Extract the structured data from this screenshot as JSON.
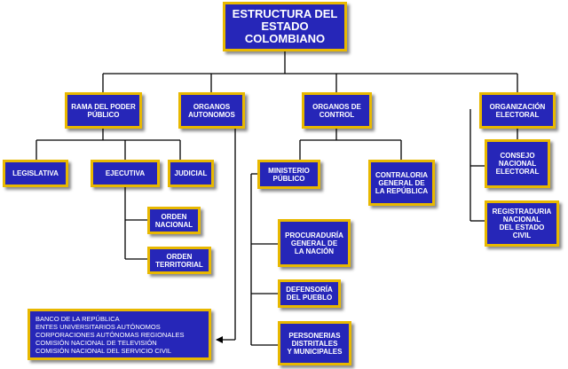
{
  "diagram": {
    "root": "ESTRUCTURA DEL\nESTADO\nCOLOMBIANO",
    "rama": "RAMA DEL PODER\nPÚBLICO",
    "autonomos": "ORGANOS\nAUTONOMOS",
    "control": "ORGANOS DE\nCONTROL",
    "electoral": "ORGANIZACIÓN\nELECTORAL",
    "legislativa": "LEGISLATIVA",
    "ejecutiva": "EJECUTIVA",
    "judicial": "JUDICIAL",
    "ministerio": "MINISTERIO\nPÚBLICO",
    "contraloria": "CONTRALORIA\nGENERAL DE\nLA REPÚBLICA",
    "consejo": "CONSEJO\nNACIONAL\nELECTORAL",
    "registraduria": "REGISTRADURIA\nNACIONAL\nDEL ESTADO\nCIVIL",
    "orden_nacional": "ORDEN\nNACIONAL",
    "orden_territorial": "ORDEN\nTERRITORIAL",
    "procuraduria": "PROCURADURÍA\nGENERAL DE\nLA NACIÓN",
    "defensoria": "DEFENSORÍA\nDEL PUEBLO",
    "personerias": "PERSONERIAS\nDISTRITALES\nY MUNICIPALES",
    "autonomos_list": "BANCO DE LA REPÚBLICA\nENTES UNIVERSITARIOS AUTÓNOMOS\nCORPORACIONES AUTÓNOMAS REGIONALES\nCOMISIÓN NACIONAL DE TELEVISIÓN\nCOMISIÓN NACIONAL DEL SERVICIO CIVIL"
  },
  "colors": {
    "box_fill": "#2626b8",
    "box_border": "#e8b800",
    "box_text": "#ffffff",
    "connector": "#000000"
  }
}
